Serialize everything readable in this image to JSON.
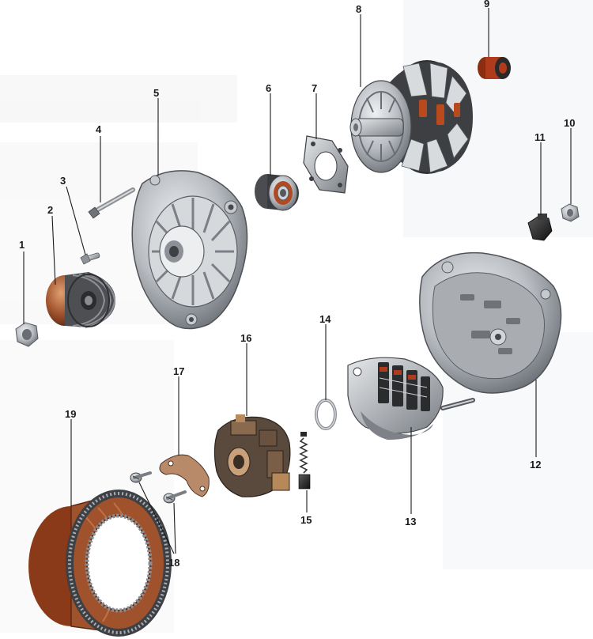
{
  "diagram": {
    "title": "",
    "parts": [
      {
        "id": "part-1",
        "callout": "1"
      },
      {
        "id": "part-2",
        "callout": "2"
      },
      {
        "id": "part-3",
        "callout": "3"
      },
      {
        "id": "part-4",
        "callout": "4"
      },
      {
        "id": "part-5",
        "callout": "5"
      },
      {
        "id": "part-6",
        "callout": "6"
      },
      {
        "id": "part-7",
        "callout": "7"
      },
      {
        "id": "part-8",
        "callout": "8"
      },
      {
        "id": "part-9",
        "callout": "9"
      },
      {
        "id": "part-10",
        "callout": "10"
      },
      {
        "id": "part-11",
        "callout": "11"
      },
      {
        "id": "part-12",
        "callout": "12"
      },
      {
        "id": "part-13",
        "callout": "13"
      },
      {
        "id": "part-14",
        "callout": "14"
      },
      {
        "id": "part-15",
        "callout": "15"
      },
      {
        "id": "part-16",
        "callout": "16"
      },
      {
        "id": "part-17",
        "callout": "17"
      },
      {
        "id": "part-18",
        "callout": "18"
      },
      {
        "id": "part-19",
        "callout": "19"
      }
    ]
  },
  "colors": {
    "background": "#ffffff",
    "metal_light": "#c9ccd0",
    "metal_mid": "#9ea3a9",
    "metal_dark": "#5e6369",
    "copper": "#a0522d",
    "copper_light": "#c97a4a",
    "dark_plastic": "#2a2a2a",
    "rust_red": "#b03a1c",
    "leader_line": "#1a1a1a"
  }
}
